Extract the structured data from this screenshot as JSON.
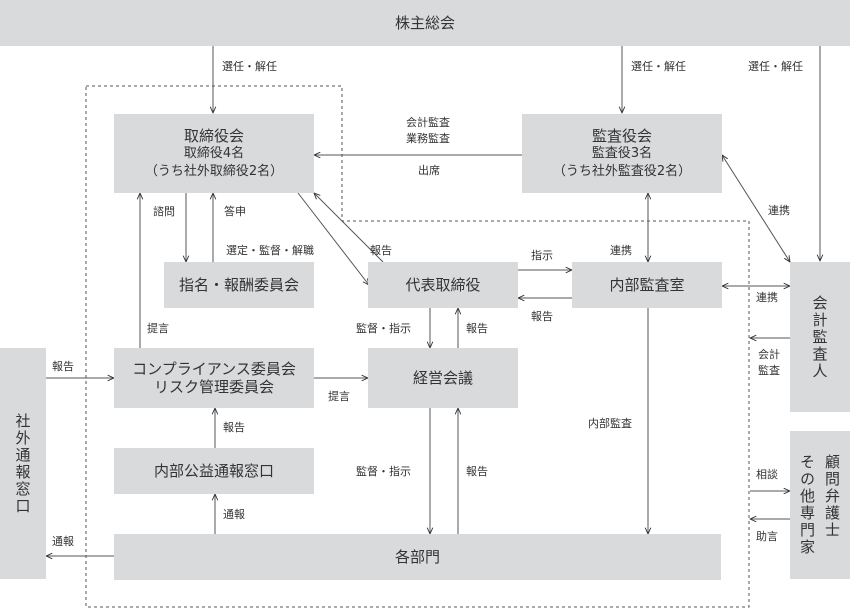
{
  "nodes": {
    "shareholders": "株主総会",
    "board": [
      "取締役会",
      "取締役4名",
      "（うち社外取締役2名）"
    ],
    "audit_board": [
      "監査役会",
      "監査役3名",
      "（うち社外監査役2名）"
    ],
    "nomination": "指名・報酬委員会",
    "president": "代表取締役",
    "internal_audit": "内部監査室",
    "accounting_auditor": "会計監査人",
    "compliance": [
      "コンプライアンス委員会",
      "リスク管理委員会"
    ],
    "management_meeting": "経営会議",
    "external_hotline": "社外通報窓口",
    "internal_hotline": "内部公益通報窓口",
    "advisors": [
      "顧問弁護士",
      "その他専門家"
    ],
    "departments": "各部門"
  },
  "labels": {
    "elect1": "選任・解任",
    "elect2": "選任・解任",
    "elect3": "選任・解任",
    "audit_board_to_board": [
      "会計監査",
      "業務監査"
    ],
    "attend": "出席",
    "inquiry": "諮問",
    "report_answer": "答申",
    "select_supervise": "選定・監督・解職",
    "report_to_board": "報告",
    "instruct": "指示",
    "report_ia": "報告",
    "coop1": "連携",
    "coop2": "連携",
    "coop3": "連携",
    "propose1": "提言",
    "propose2": "提言",
    "supervise1": "監督・指示",
    "report_mgmt": "報告",
    "report_hotline": "報告",
    "report_internal_hotline": "報告",
    "accounting_audit": [
      "会計",
      "監査"
    ],
    "internal_audit": "内部監査",
    "notify1": "通報",
    "notify2": "通報",
    "supervise2": "監督・指示",
    "report_dept": "報告",
    "consult": "相談",
    "advice": "助言"
  }
}
